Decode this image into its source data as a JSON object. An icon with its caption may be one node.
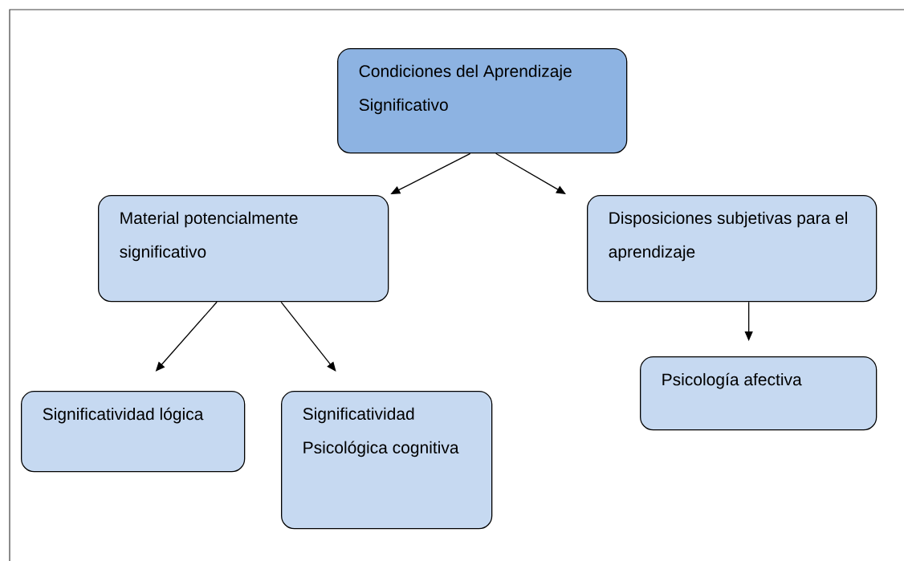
{
  "diagram": {
    "nodes": [
      {
        "text": [
          "Condiciones del Aprendizaje Significativo"
        ]
      },
      {
        "text": [
          "Material potencialmente significativo"
        ]
      },
      {
        "text": [
          "Disposiciones subjetivas para el aprendizaje"
        ]
      },
      {
        "text": [
          "Significatividad lógica"
        ]
      },
      {
        "text": [
          "Significatividad Psicológica cognitiva"
        ]
      },
      {
        "text": [
          "Psicología afectiva"
        ]
      }
    ],
    "edges": [
      {
        "from": 0,
        "to": 1,
        "arrow": "to"
      },
      {
        "from": 0,
        "to": 2,
        "arrow": "to"
      },
      {
        "from": 1,
        "to": 3,
        "arrow": "to"
      },
      {
        "from": 1,
        "to": 4,
        "arrow": "to"
      },
      {
        "from": 2,
        "to": 5,
        "arrow": "to"
      }
    ]
  }
}
